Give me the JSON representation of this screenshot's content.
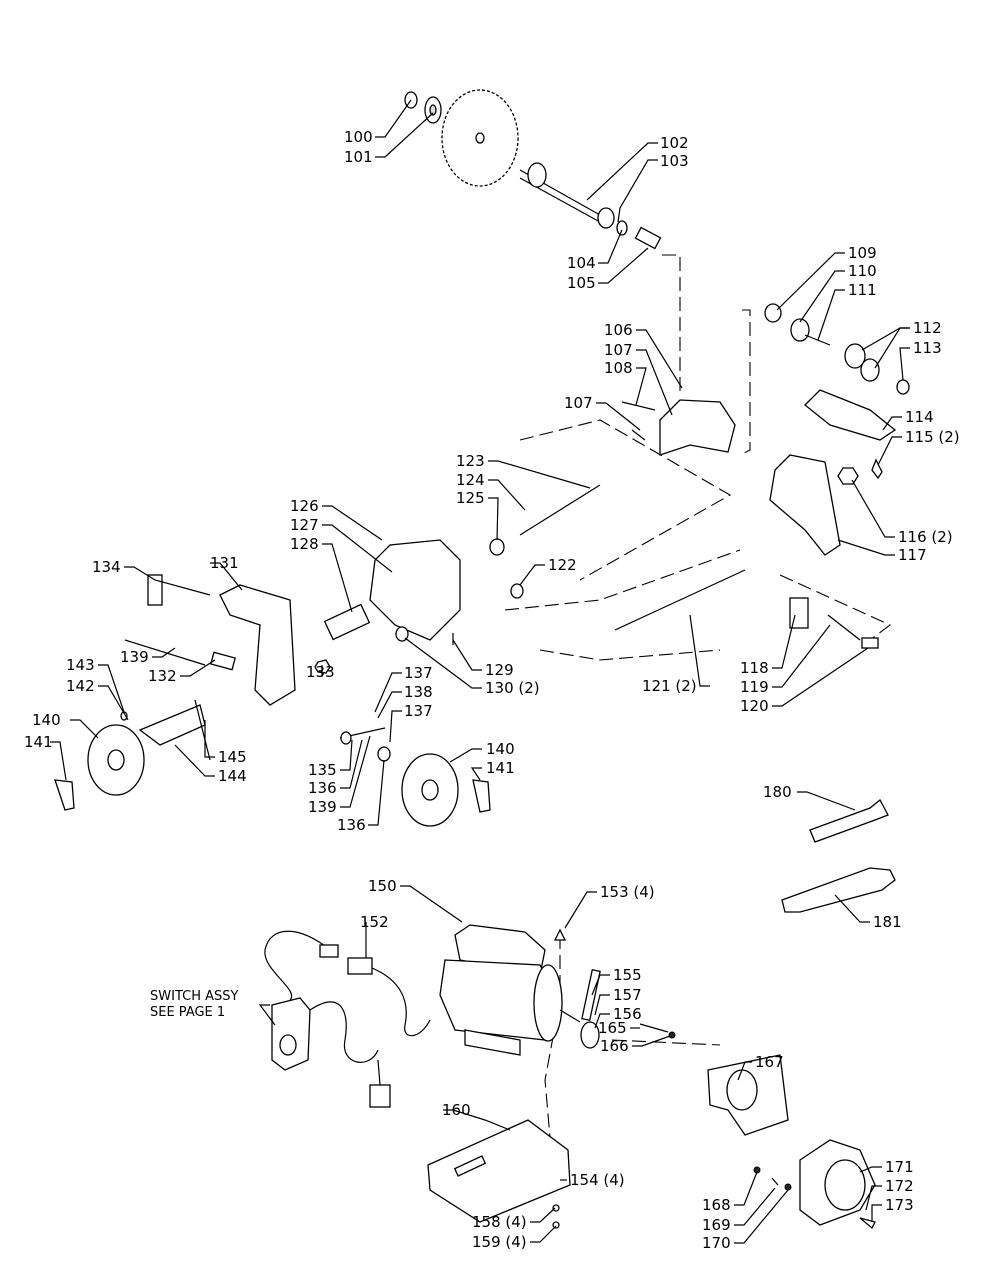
{
  "callouts": {
    "c100": "100",
    "c101": "101",
    "c102": "102",
    "c103": "103",
    "c104": "104",
    "c105": "105",
    "c106": "106",
    "c107a": "107",
    "c108": "108",
    "c107b": "107",
    "c109": "109",
    "c110": "110",
    "c111": "111",
    "c112": "112",
    "c113": "113",
    "c114": "114",
    "c115": "115 (2)",
    "c116": "116 (2)",
    "c117": "117",
    "c118": "118",
    "c119": "119",
    "c120": "120",
    "c121": "121 (2)",
    "c122": "122",
    "c123": "123",
    "c124": "124",
    "c125": "125",
    "c126": "126",
    "c127": "127",
    "c128": "128",
    "c129": "129",
    "c130": "130 (2)",
    "c131": "131",
    "c132": "132",
    "c133": "133",
    "c134": "134",
    "c135": "135",
    "c136a": "136",
    "c136b": "136",
    "c137a": "137",
    "c137b": "137",
    "c138": "138",
    "c139a": "139",
    "c139b": "139",
    "c140a": "140",
    "c140b": "140",
    "c141a": "141",
    "c141b": "141",
    "c142": "142",
    "c143": "143",
    "c144": "144",
    "c145": "145",
    "c150": "150",
    "c152": "152",
    "c153": "153 (4)",
    "c154": "154 (4)",
    "c155": "155",
    "c156": "156",
    "c157": "157",
    "c158": "158 (4)",
    "c159": "159 (4)",
    "c160": "160",
    "c165": "165",
    "c166": "166",
    "c167": "167",
    "c168": "168",
    "c169": "169",
    "c170": "170",
    "c171": "171",
    "c172": "172",
    "c173": "173",
    "c180": "180",
    "c181": "181"
  },
  "note": {
    "line1": "SWITCH ASSY",
    "line2": "SEE PAGE 1"
  }
}
